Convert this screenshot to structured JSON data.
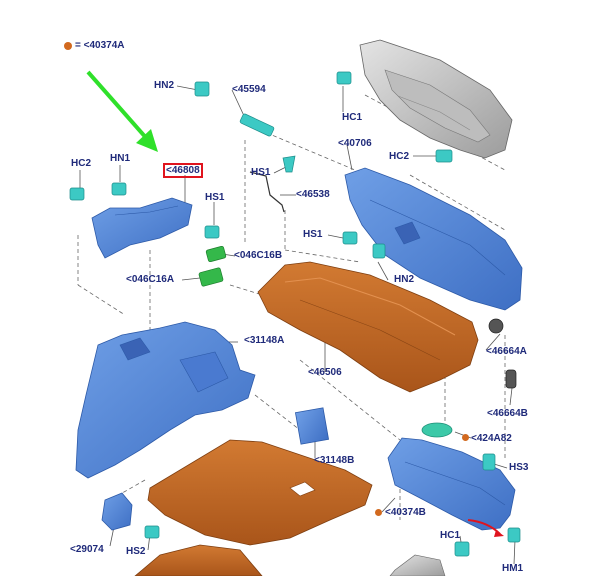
{
  "legend": {
    "text": "= <40374A",
    "dot_color": "#d2691e"
  },
  "colors": {
    "part_blue": "#4f86d8",
    "part_orange": "#c2661f",
    "clip_teal": "#3cc9c4",
    "clip_green": "#34b84a",
    "callout_red": "#e0141e",
    "arrow_green": "#2fe02a",
    "label_navy": "#1f2a7a"
  },
  "labels": {
    "hn2_top": "HN2",
    "n45594": "<45594",
    "hc1_top": "HC1",
    "n40706": "<40706",
    "hc2_left": "HC2",
    "hn1": "HN1",
    "n46808": "<46808",
    "hs1_left": "HS1",
    "hs1_mid": "HS1",
    "n46538": "<46538",
    "hc2_right": "HC2",
    "hs1_right": "HS1",
    "hn2_right": "HN2",
    "n046c16b": "<046C16B",
    "n046c16a": "<046C16A",
    "n31148a": "<31148A",
    "n46506": "<46506",
    "n46664a": "<46664A",
    "n46664b": "<46664B",
    "n424a82": "<424A82",
    "hs3": "HS3",
    "n31148b": "<31148B",
    "n40374b": "<40374B",
    "n29074": "<29074",
    "hs2": "HS2",
    "hc1_bottom": "HC1",
    "hm1": "HM1"
  }
}
